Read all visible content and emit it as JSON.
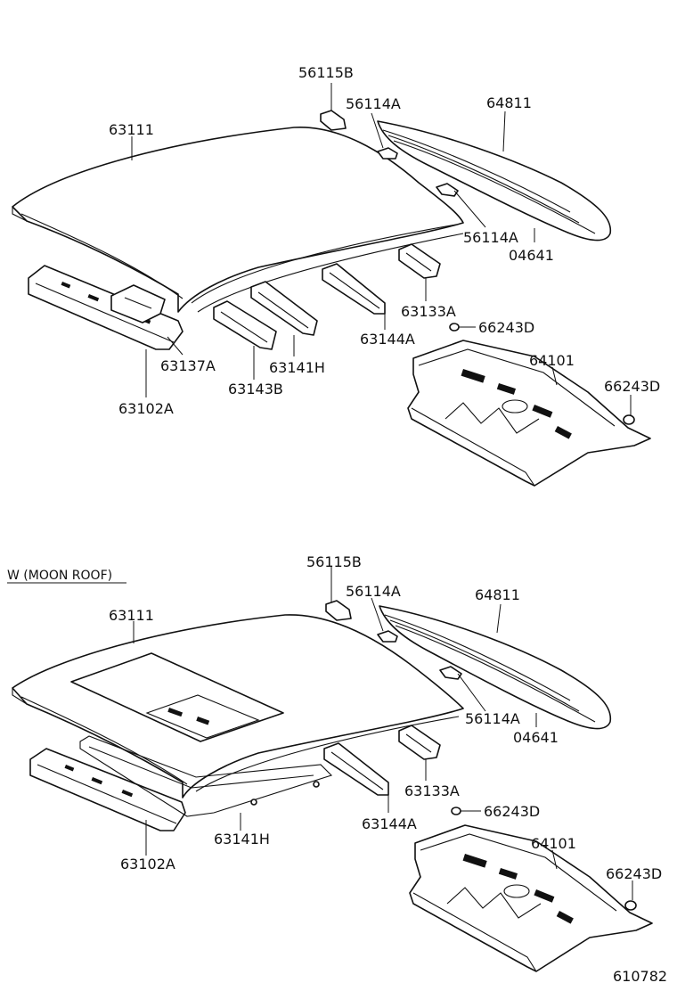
{
  "top_section": {
    "labels": {
      "roof_panel": "63111",
      "rail_front": "63102A",
      "reinforcement_front": "63137A",
      "reinforcement_a": "63143B",
      "reinforcement_b": "63141H",
      "reinforcement_c": "63144A",
      "reinforcement_d": "63133A",
      "clip_b": "56115B",
      "clip_a_top": "56114A",
      "clip_a_bottom": "56114A",
      "package_tray_trim": "64811",
      "tray_weatherstrip": "04641",
      "plug_top": "66243D",
      "plug_right": "66243D",
      "package_tray_panel": "64101"
    }
  },
  "bottom_section": {
    "title": "W (MOON ROOF)",
    "labels": {
      "roof_panel": "63111",
      "rail_front": "63102A",
      "reinforcement_b": "63141H",
      "reinforcement_c": "63144A",
      "reinforcement_d": "63133A",
      "clip_b": "56115B",
      "clip_a_top": "56114A",
      "clip_a_bottom": "56114A",
      "package_tray_trim": "64811",
      "tray_weatherstrip": "04641",
      "plug_top": "66243D",
      "plug_right": "66243D",
      "package_tray_panel": "64101"
    }
  },
  "diagram_code": "610782"
}
